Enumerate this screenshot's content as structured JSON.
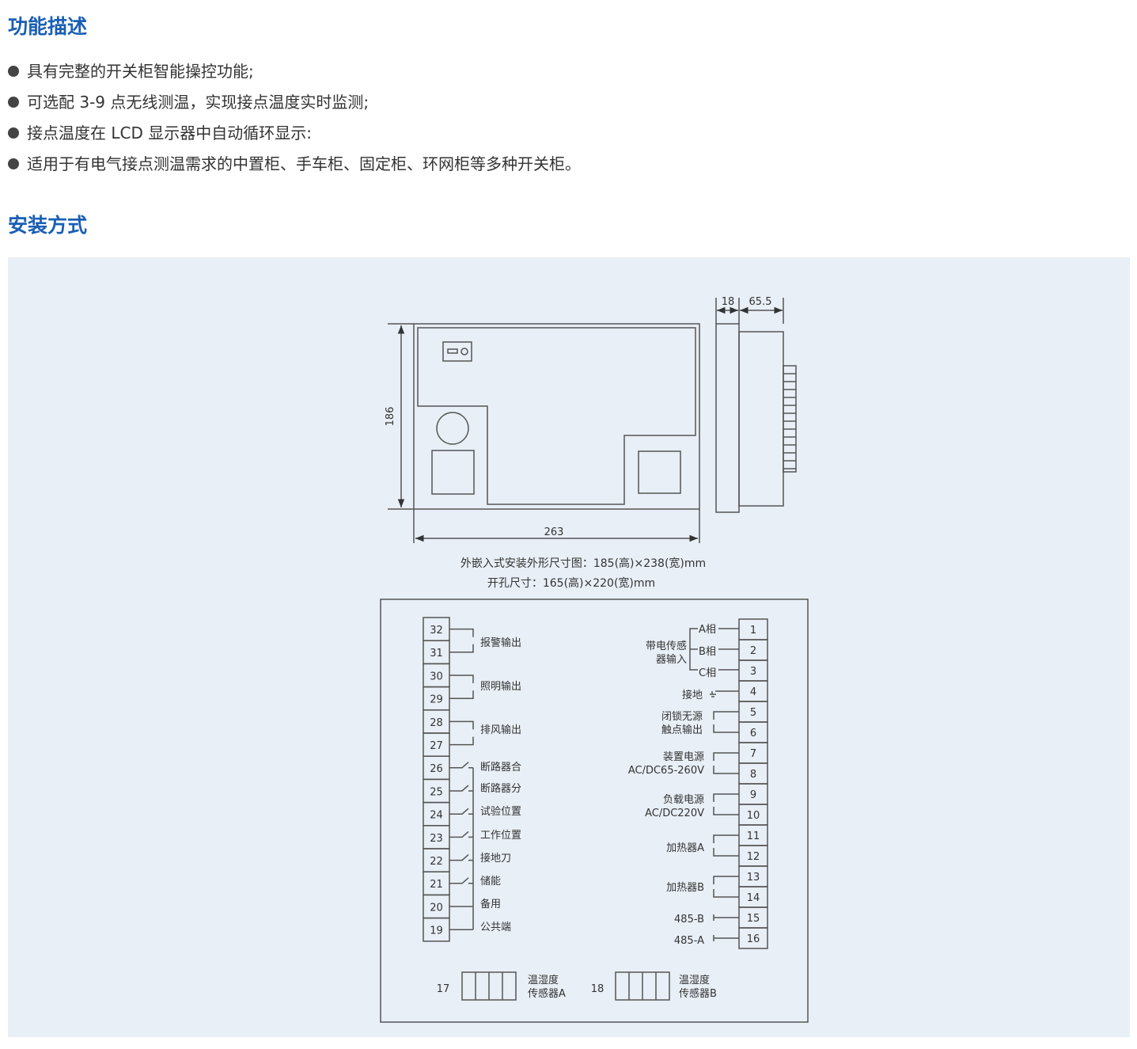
{
  "sections": {
    "features_title": "功能描述",
    "features": [
      "具有完整的开关柜智能操控功能;",
      "可选配 3-9 点无线测温，实现接点温度实时监测;",
      "接点温度在 LCD 显示器中自动循环显示:",
      "适用于有电气接点测温需求的中置柜、手车柜、固定柜、环网柜等多种开关柜。"
    ],
    "install_title": "安装方式"
  },
  "drawing": {
    "dim_height": "186",
    "dim_width": "263",
    "dim_depth_front": "18",
    "dim_depth_back": "65.5",
    "caption1": "外嵌入式安装外形尺寸图：185(高)×238(宽)mm",
    "caption2": "开孔尺寸：165(高)×220(宽)mm"
  },
  "wiring": {
    "left_terminals": [
      "32",
      "31",
      "30",
      "29",
      "28",
      "27",
      "26",
      "25",
      "24",
      "23",
      "22",
      "21",
      "20",
      "19"
    ],
    "left_labels": [
      "报警输出",
      "照明输出",
      "排风输出",
      "断路器合",
      "断路器分",
      "试验位置",
      "工作位置",
      "接地刀",
      "储能",
      "备用",
      "公共端"
    ],
    "right_terminals": [
      "1",
      "2",
      "3",
      "4",
      "5",
      "6",
      "7",
      "8",
      "9",
      "10",
      "11",
      "12",
      "13",
      "14",
      "15",
      "16"
    ],
    "sensor_input": [
      "带电传感",
      "器输入"
    ],
    "phases": [
      "A相",
      "B相",
      "C相"
    ],
    "ground": "接地",
    "lock_output": [
      "闭锁无源",
      "触点输出"
    ],
    "device_power": [
      "装置电源",
      "AC/DC65-260V"
    ],
    "load_power": [
      "负载电源",
      "AC/DC220V"
    ],
    "heater_a": "加热器A",
    "heater_b": "加热器B",
    "rs485_b": "485-B",
    "rs485_a": "485-A",
    "sensor_a_num": "17",
    "sensor_a_label": [
      "温湿度",
      "传感器A"
    ],
    "sensor_b_num": "18",
    "sensor_b_label": [
      "温湿度",
      "传感器B"
    ]
  }
}
